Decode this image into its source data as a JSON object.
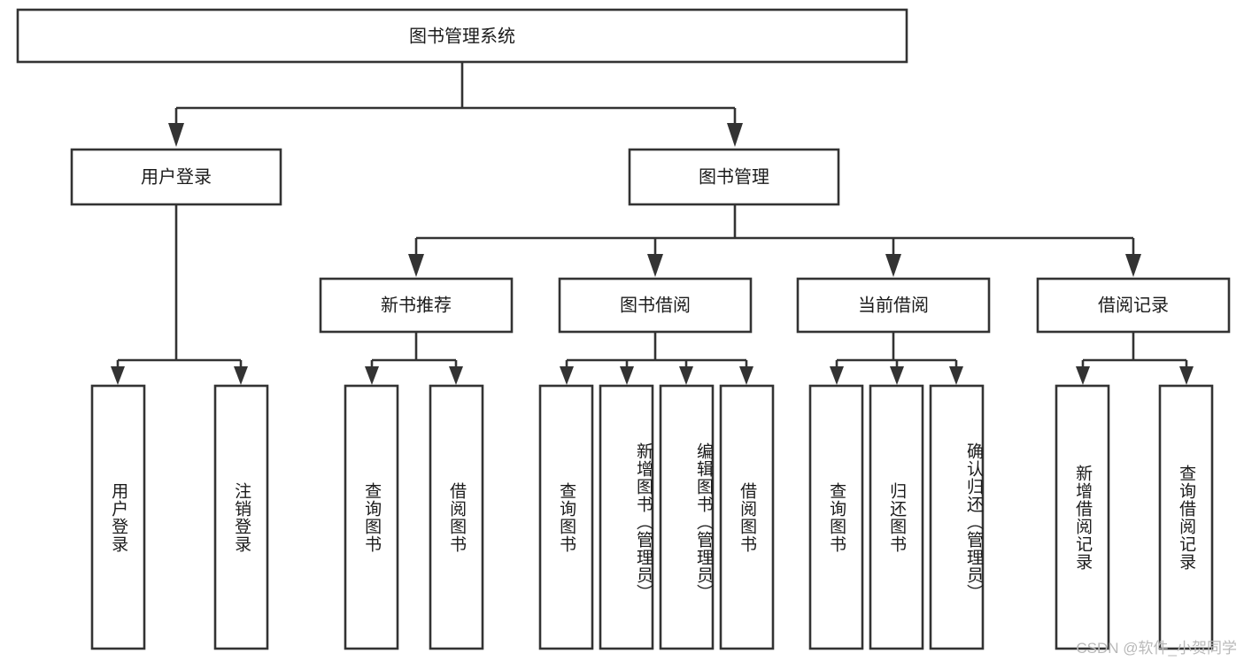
{
  "diagram": {
    "title_node": {
      "label": "图书管理系统"
    },
    "level2": [
      {
        "id": "user-login",
        "label": "用户登录"
      },
      {
        "id": "book-management",
        "label": "图书管理"
      }
    ],
    "level3": [
      {
        "id": "new-book-recommend",
        "label": "新书推荐"
      },
      {
        "id": "book-borrow",
        "label": "图书借阅"
      },
      {
        "id": "current-borrow",
        "label": "当前借阅"
      },
      {
        "id": "borrow-record",
        "label": "借阅记录"
      }
    ],
    "leaves": [
      {
        "id": "leaf-user-login",
        "label": "用户登录",
        "parent": "user-login"
      },
      {
        "id": "leaf-logout-login",
        "label": "注销登录",
        "parent": "user-login"
      },
      {
        "id": "leaf-query-book-1",
        "label": "查询图书",
        "parent": "new-book-recommend"
      },
      {
        "id": "leaf-borrow-book-1",
        "label": "借阅图书",
        "parent": "new-book-recommend"
      },
      {
        "id": "leaf-query-book-2",
        "label": "查询图书",
        "parent": "book-borrow"
      },
      {
        "id": "leaf-add-book",
        "label": "新增图书（管理员）",
        "parent": "book-borrow"
      },
      {
        "id": "leaf-edit-book",
        "label": "编辑图书（管理员）",
        "parent": "book-borrow"
      },
      {
        "id": "leaf-borrow-book-2",
        "label": "借阅图书",
        "parent": "book-borrow"
      },
      {
        "id": "leaf-query-book-3",
        "label": "查询图书",
        "parent": "current-borrow"
      },
      {
        "id": "leaf-return-book",
        "label": "归还图书",
        "parent": "current-borrow"
      },
      {
        "id": "leaf-confirm-return",
        "label": "确认归还（管理员）",
        "parent": "current-borrow"
      },
      {
        "id": "leaf-add-record",
        "label": "新增借阅记录",
        "parent": "borrow-record"
      },
      {
        "id": "leaf-query-record",
        "label": "查询借阅记录",
        "parent": "borrow-record"
      }
    ],
    "watermark": "CSDN @软件_小贺同学",
    "colors": {
      "stroke": "#333333",
      "fill": "#ffffff",
      "text": "#1b1b1b",
      "watermark": "#b9b9b9"
    }
  }
}
